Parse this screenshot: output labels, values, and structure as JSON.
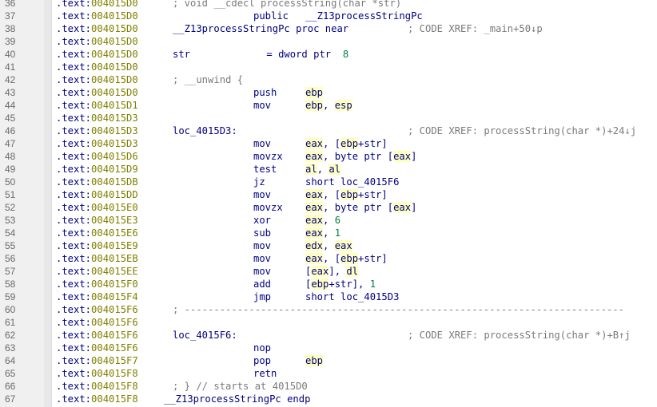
{
  "view": {
    "type": "disassembly-listing",
    "segment_prefix": ".text:"
  },
  "colors": {
    "address_text": "#000080",
    "address_hex": "#808000",
    "instruction": "#000080",
    "comment": "#7a7a7a",
    "register_highlight": "#ffffc0",
    "immediate": "#008040",
    "gutter_bg": "#f0f0f0"
  },
  "lines": [
    {
      "n": "36",
      "seg": ".text:",
      "addr": "004015D0",
      "kind": "comment",
      "text": "; void __cdecl processString(char *str)"
    },
    {
      "n": "37",
      "seg": ".text:",
      "addr": "004015D0",
      "kind": "directive",
      "mnem": "public",
      "ops": "__Z13processStringPc"
    },
    {
      "n": "38",
      "seg": ".text:",
      "addr": "004015D0",
      "kind": "proc",
      "label": "__Z13processStringPc",
      "proc": "proc near",
      "xref": "; CODE XREF: _main+50↓p"
    },
    {
      "n": "39",
      "seg": ".text:",
      "addr": "004015D0",
      "kind": "blank"
    },
    {
      "n": "40",
      "seg": ".text:",
      "addr": "004015D0",
      "kind": "var",
      "name": "str",
      "eq": "= dword ptr",
      "val": "8"
    },
    {
      "n": "41",
      "seg": ".text:",
      "addr": "004015D0",
      "kind": "blank"
    },
    {
      "n": "42",
      "seg": ".text:",
      "addr": "004015D0",
      "kind": "comment",
      "text": "; __unwind {"
    },
    {
      "n": "43",
      "seg": ".text:",
      "addr": "004015D0",
      "kind": "insn",
      "mnem": "push",
      "ops": [
        {
          "t": "reg",
          "v": "ebp"
        }
      ]
    },
    {
      "n": "44",
      "seg": ".text:",
      "addr": "004015D1",
      "kind": "insn",
      "mnem": "mov",
      "ops": [
        {
          "t": "reg",
          "v": "ebp"
        },
        {
          "t": "txt",
          "v": ", "
        },
        {
          "t": "reg",
          "v": "esp"
        }
      ]
    },
    {
      "n": "45",
      "seg": ".text:",
      "addr": "004015D3",
      "kind": "blank"
    },
    {
      "n": "46",
      "seg": ".text:",
      "addr": "004015D3",
      "kind": "label",
      "label": "loc_4015D3:",
      "xref": "; CODE XREF: processString(char *)+24↓j"
    },
    {
      "n": "47",
      "seg": ".text:",
      "addr": "004015D3",
      "kind": "insn",
      "mnem": "mov",
      "ops": [
        {
          "t": "reg",
          "v": "eax"
        },
        {
          "t": "txt",
          "v": ", ["
        },
        {
          "t": "reg",
          "v": "ebp"
        },
        {
          "t": "txt",
          "v": "+str]"
        }
      ]
    },
    {
      "n": "48",
      "seg": ".text:",
      "addr": "004015D6",
      "kind": "insn",
      "mnem": "movzx",
      "ops": [
        {
          "t": "reg",
          "v": "eax"
        },
        {
          "t": "txt",
          "v": ", byte ptr ["
        },
        {
          "t": "reg",
          "v": "eax"
        },
        {
          "t": "txt",
          "v": "]"
        }
      ]
    },
    {
      "n": "49",
      "seg": ".text:",
      "addr": "004015D9",
      "kind": "insn",
      "mnem": "test",
      "ops": [
        {
          "t": "reg",
          "v": "al"
        },
        {
          "t": "txt",
          "v": ", "
        },
        {
          "t": "reg",
          "v": "al"
        }
      ]
    },
    {
      "n": "50",
      "seg": ".text:",
      "addr": "004015DB",
      "kind": "insn",
      "mnem": "jz",
      "ops": [
        {
          "t": "kw",
          "v": "short "
        },
        {
          "t": "txt",
          "v": "loc_4015F6"
        }
      ]
    },
    {
      "n": "51",
      "seg": ".text:",
      "addr": "004015DD",
      "kind": "insn",
      "mnem": "mov",
      "ops": [
        {
          "t": "reg",
          "v": "eax"
        },
        {
          "t": "txt",
          "v": ", ["
        },
        {
          "t": "reg",
          "v": "ebp"
        },
        {
          "t": "txt",
          "v": "+str]"
        }
      ]
    },
    {
      "n": "52",
      "seg": ".text:",
      "addr": "004015E0",
      "kind": "insn",
      "mnem": "movzx",
      "ops": [
        {
          "t": "reg",
          "v": "eax"
        },
        {
          "t": "txt",
          "v": ", byte ptr ["
        },
        {
          "t": "reg",
          "v": "eax"
        },
        {
          "t": "txt",
          "v": "]"
        }
      ]
    },
    {
      "n": "53",
      "seg": ".text:",
      "addr": "004015E3",
      "kind": "insn",
      "mnem": "xor",
      "ops": [
        {
          "t": "reg",
          "v": "eax"
        },
        {
          "t": "txt",
          "v": ", "
        },
        {
          "t": "num",
          "v": "6"
        }
      ]
    },
    {
      "n": "54",
      "seg": ".text:",
      "addr": "004015E6",
      "kind": "insn",
      "mnem": "sub",
      "ops": [
        {
          "t": "reg",
          "v": "eax"
        },
        {
          "t": "txt",
          "v": ", "
        },
        {
          "t": "num",
          "v": "1"
        }
      ]
    },
    {
      "n": "55",
      "seg": ".text:",
      "addr": "004015E9",
      "kind": "insn",
      "mnem": "mov",
      "ops": [
        {
          "t": "reg",
          "v": "edx"
        },
        {
          "t": "txt",
          "v": ", "
        },
        {
          "t": "reg",
          "v": "eax"
        }
      ]
    },
    {
      "n": "56",
      "seg": ".text:",
      "addr": "004015EB",
      "kind": "insn",
      "mnem": "mov",
      "ops": [
        {
          "t": "reg",
          "v": "eax"
        },
        {
          "t": "txt",
          "v": ", ["
        },
        {
          "t": "reg",
          "v": "ebp"
        },
        {
          "t": "txt",
          "v": "+str]"
        }
      ]
    },
    {
      "n": "57",
      "seg": ".text:",
      "addr": "004015EE",
      "kind": "insn",
      "mnem": "mov",
      "ops": [
        {
          "t": "txt",
          "v": "["
        },
        {
          "t": "reg",
          "v": "eax"
        },
        {
          "t": "txt",
          "v": "], "
        },
        {
          "t": "reg",
          "v": "dl"
        }
      ]
    },
    {
      "n": "58",
      "seg": ".text:",
      "addr": "004015F0",
      "kind": "insn",
      "mnem": "add",
      "ops": [
        {
          "t": "txt",
          "v": "["
        },
        {
          "t": "reg",
          "v": "ebp"
        },
        {
          "t": "txt",
          "v": "+str], "
        },
        {
          "t": "num",
          "v": "1"
        }
      ]
    },
    {
      "n": "59",
      "seg": ".text:",
      "addr": "004015F4",
      "kind": "insn",
      "mnem": "jmp",
      "ops": [
        {
          "t": "kw",
          "v": "short "
        },
        {
          "t": "txt",
          "v": "loc_4015D3"
        }
      ]
    },
    {
      "n": "60",
      "seg": ".text:",
      "addr": "004015F6",
      "kind": "separator",
      "text": "; ---------------------------------------------------------------------------"
    },
    {
      "n": "61",
      "seg": ".text:",
      "addr": "004015F6",
      "kind": "blank"
    },
    {
      "n": "62",
      "seg": ".text:",
      "addr": "004015F6",
      "kind": "label",
      "label": "loc_4015F6:",
      "xref": "; CODE XREF: processString(char *)+B↑j"
    },
    {
      "n": "63",
      "seg": ".text:",
      "addr": "004015F6",
      "kind": "insn",
      "mnem": "nop",
      "ops": []
    },
    {
      "n": "64",
      "seg": ".text:",
      "addr": "004015F7",
      "kind": "insn",
      "mnem": "pop",
      "ops": [
        {
          "t": "reg",
          "v": "ebp"
        }
      ]
    },
    {
      "n": "65",
      "seg": ".text:",
      "addr": "004015F8",
      "kind": "insn",
      "mnem": "retn",
      "ops": []
    },
    {
      "n": "66",
      "seg": ".text:",
      "addr": "004015F8",
      "kind": "comment",
      "text": "; } // starts at 4015D0"
    },
    {
      "n": "67",
      "seg": ".text:",
      "addr": "004015F8",
      "kind": "endp",
      "text": "__Z13processStringPc endp"
    }
  ]
}
